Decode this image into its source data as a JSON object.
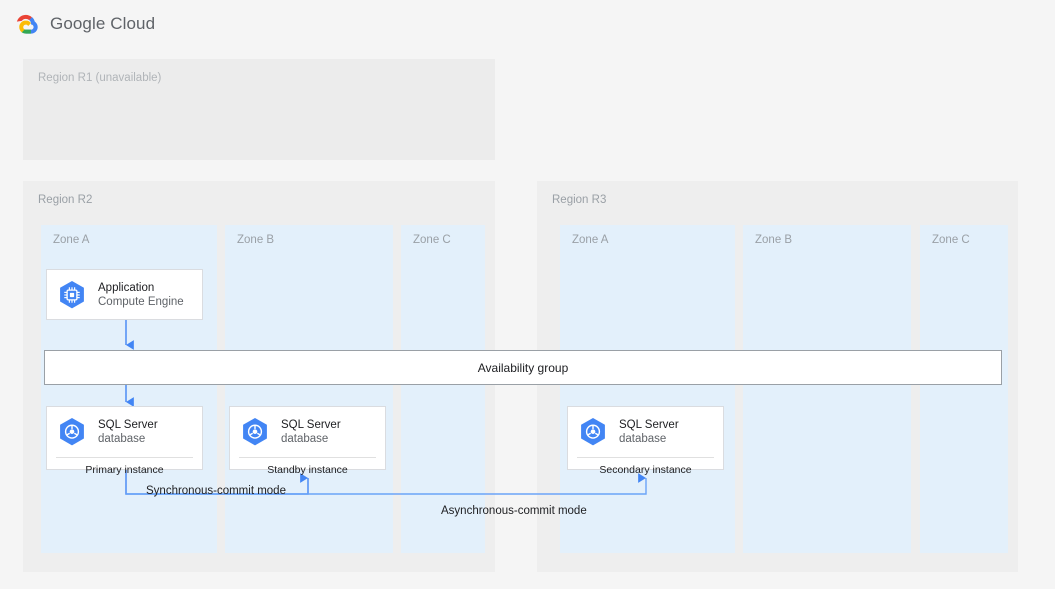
{
  "header": {
    "logo_icon": "google-cloud-logo-icon",
    "product_name": "Google Cloud"
  },
  "regions": [
    {
      "id": "r1",
      "label": "Region R1 (unavailable)",
      "available": false,
      "zones": []
    },
    {
      "id": "r2",
      "label": "Region R2",
      "available": true,
      "zones": [
        {
          "id": "r2-a",
          "label": "Zone A"
        },
        {
          "id": "r2-b",
          "label": "Zone B"
        },
        {
          "id": "r2-c",
          "label": "Zone C"
        }
      ]
    },
    {
      "id": "r3",
      "label": "Region R3",
      "available": true,
      "zones": [
        {
          "id": "r3-a",
          "label": "Zone A"
        },
        {
          "id": "r3-b",
          "label": "Zone B"
        },
        {
          "id": "r3-c",
          "label": "Zone C"
        }
      ]
    }
  ],
  "cards": {
    "application": {
      "icon": "compute-engine-icon",
      "title": "Application",
      "subtitle": "Compute Engine"
    },
    "primary": {
      "icon": "sql-server-database-icon",
      "title": "SQL Server",
      "subtitle": "database",
      "footer": "Primary instance"
    },
    "standby": {
      "icon": "sql-server-database-icon",
      "title": "SQL Server",
      "subtitle": "database",
      "footer": "Standby instance"
    },
    "secondary": {
      "icon": "sql-server-database-icon",
      "title": "SQL Server",
      "subtitle": "database",
      "footer": "Secondary instance"
    }
  },
  "availability_group": {
    "label": "Availability group"
  },
  "connectors": [
    {
      "id": "app-to-ag",
      "label": ""
    },
    {
      "id": "ag-to-primary",
      "label": ""
    },
    {
      "id": "primary-to-standby",
      "label": "Synchronous-commit mode"
    },
    {
      "id": "primary-to-secondary",
      "label": "Asynchronous-commit mode"
    }
  ],
  "colors": {
    "accent_blue": "#4285f4",
    "zone_fill": "#e3f0fb",
    "region_fill": "#eeeeee",
    "page_background": "#f5f5f5",
    "card_border": "#dadce0",
    "muted_text": "#9aa0a6",
    "primary_text": "#202124"
  }
}
